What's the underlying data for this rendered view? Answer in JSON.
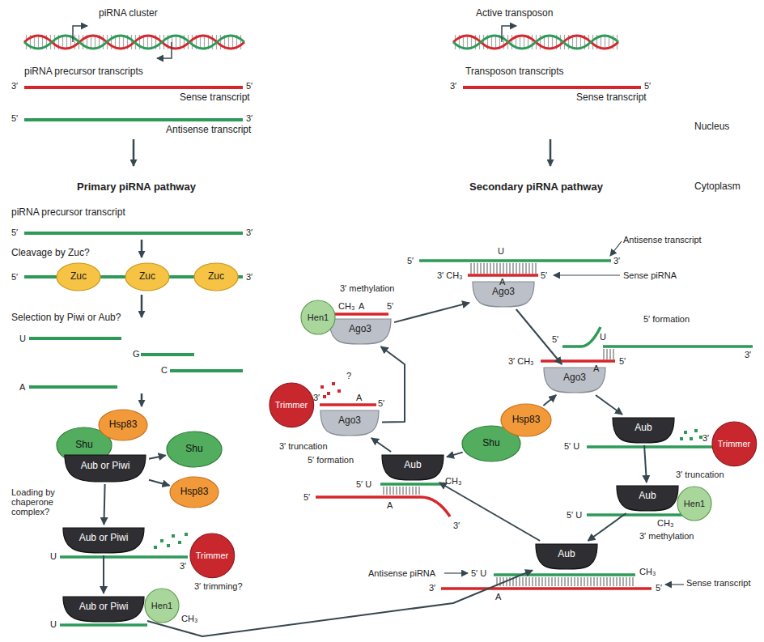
{
  "diagram": {
    "nodes": [
      {
        "text": [
          "Zuc"
        ]
      },
      {
        "text": [
          "Zuc"
        ]
      },
      {
        "text": [
          "Zuc"
        ]
      },
      {
        "text": [
          "Shu"
        ]
      },
      {
        "text": [
          "Hsp83"
        ]
      },
      {
        "text": [
          "Aub or Piwi"
        ]
      },
      {
        "text": [
          "Shu"
        ]
      },
      {
        "text": [
          "Hsp83"
        ]
      },
      {
        "text": [
          "Aub or Piwi"
        ]
      },
      {
        "text": [
          "Trimmer"
        ]
      },
      {
        "text": [
          "Aub or Piwi"
        ]
      },
      {
        "text": [
          "Hen1"
        ]
      },
      {
        "text": [
          "Ago3"
        ]
      },
      {
        "text": [
          "Ago3"
        ]
      },
      {
        "text": [
          "Aub"
        ]
      },
      {
        "text": [
          "Trimmer"
        ]
      },
      {
        "text": [
          "Aub"
        ]
      },
      {
        "text": [
          "Hen1"
        ]
      },
      {
        "text": [
          "Aub"
        ]
      },
      {
        "text": [
          "Aub"
        ]
      },
      {
        "text": [
          "Ago3"
        ]
      },
      {
        "text": [
          "Trimmer"
        ]
      },
      {
        "text": [
          "Ago3"
        ]
      },
      {
        "text": [
          "Hen1"
        ]
      },
      {
        "text": [
          "Shu"
        ]
      },
      {
        "text": [
          "Hsp83"
        ]
      }
    ],
    "edges": [
      {
        "from": 5,
        "to": 6,
        "arrow": "to"
      },
      {
        "from": 5,
        "to": 7,
        "arrow": "to"
      },
      {
        "from": 5,
        "to": 8,
        "arrow": "to"
      },
      {
        "from": 8,
        "to": 10,
        "arrow": "to"
      },
      {
        "from": 10,
        "to": 18,
        "arrow": "to"
      },
      {
        "from": 22,
        "to": 12,
        "arrow": "to"
      },
      {
        "from": 12,
        "to": 13,
        "arrow": "to"
      },
      {
        "from": 13,
        "to": 14,
        "arrow": "to"
      },
      {
        "from": 14,
        "to": 16,
        "arrow": "to"
      },
      {
        "from": 16,
        "to": 18,
        "arrow": "to"
      },
      {
        "from": 18,
        "to": 19,
        "arrow": "to"
      },
      {
        "from": 19,
        "to": 20,
        "arrow": "to"
      },
      {
        "from": 20,
        "to": 22,
        "arrow": "to"
      },
      {
        "from": 24,
        "to": 19,
        "arrow": "to"
      },
      {
        "from": 25,
        "to": 13,
        "arrow": "to"
      }
    ],
    "labels": [
      "piRNA cluster",
      "Active transposon",
      "piRNA precursor transcripts",
      "3′",
      "5′",
      "Sense transcript",
      "5′",
      "3′",
      "Antisense transcript",
      "Transposon transcripts",
      "3′",
      "5′",
      "Sense transcript",
      "Nucleus",
      "Cytoplasm",
      "Primary piRNA pathway",
      "Secondary piRNA pathway",
      "piRNA precursor transcript",
      "5′",
      "3′",
      "Cleavage by Zuc?",
      "5′",
      "3′",
      "Selection by Piwi or Aub?",
      "U",
      "G",
      "C",
      "A",
      "Loading by chaperone complex?",
      "U",
      "3′",
      "3′ trimming?",
      "U",
      "CH₃",
      "Antisense transcript",
      "5′",
      "U",
      "3′",
      "3′ CH₃",
      "A",
      "5′",
      "Sense piRNA",
      "3′ methylation",
      "CH₃",
      "A",
      "5′",
      "5′ formation",
      "5′",
      "U",
      "3′",
      "3′ CH₃",
      "A",
      "5′",
      "?",
      "3′",
      "A",
      "5′",
      "5′ U",
      "3′",
      "3′ truncation",
      "3′ truncation",
      "5′ formation",
      "5′ U",
      "CH₃",
      "5′",
      "A",
      "3′",
      "5′ U",
      "CH₃",
      "3′ methylation",
      "Antisense piRNA",
      "5′ U",
      "CH₃",
      "3′",
      "A",
      "5′",
      "Sense transcript"
    ]
  }
}
